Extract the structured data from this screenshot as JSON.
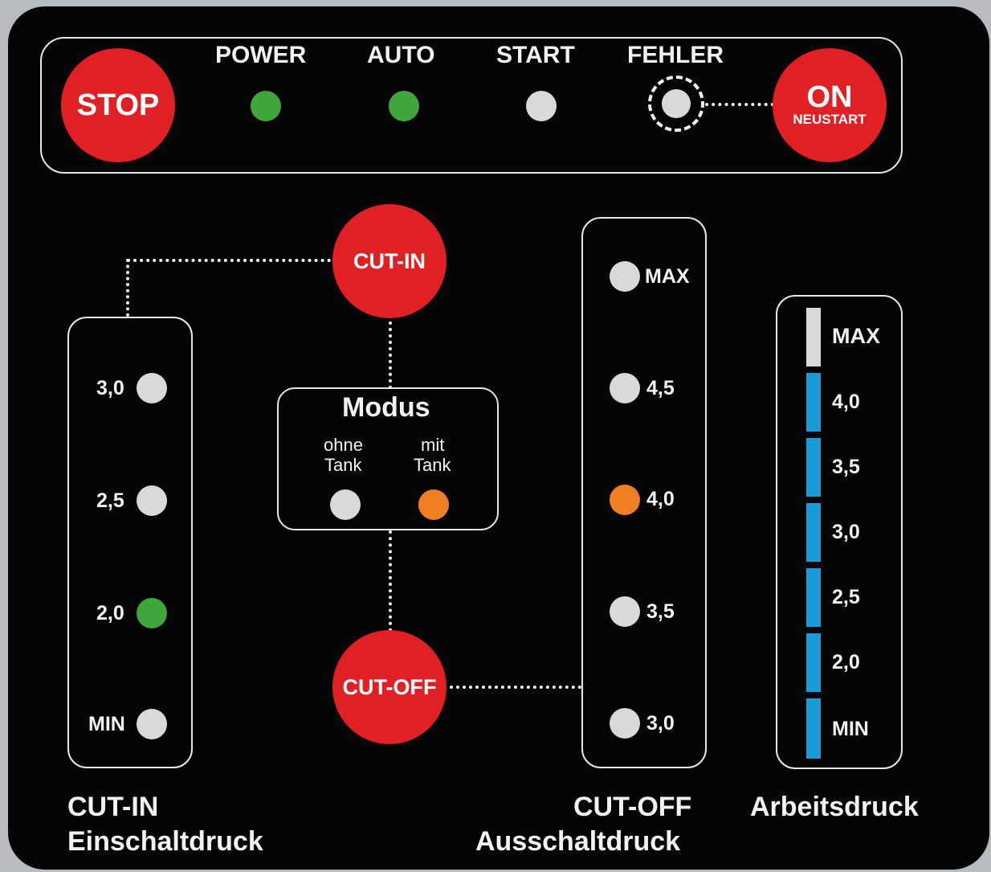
{
  "colors": {
    "green": "#3ea63a",
    "orange": "#ef7f22",
    "gray": "#d9d9d9",
    "blue": "#1a9bd7",
    "red": "#e02024"
  },
  "top": {
    "stop_label": "STOP",
    "on_label": "ON",
    "restart_label": "NEUSTART",
    "indicators": [
      {
        "label": "POWER",
        "state": "green"
      },
      {
        "label": "AUTO",
        "state": "green"
      },
      {
        "label": "START",
        "state": "gray"
      },
      {
        "label": "FEHLER",
        "state": "gray"
      }
    ]
  },
  "cut_in": {
    "button_label": "CUT-IN",
    "title": "CUT-IN",
    "subtitle": "Einschaltdruck",
    "levels": [
      {
        "label": "3,0",
        "state": "gray"
      },
      {
        "label": "2,5",
        "state": "gray"
      },
      {
        "label": "2,0",
        "state": "green"
      },
      {
        "label": "MIN",
        "state": "gray"
      }
    ]
  },
  "mode": {
    "title": "Modus",
    "options": [
      {
        "line1": "ohne",
        "line2": "Tank",
        "state": "gray"
      },
      {
        "line1": "mit",
        "line2": "Tank",
        "state": "orange"
      }
    ]
  },
  "cut_off": {
    "button_label": "CUT-OFF",
    "title": "CUT-OFF",
    "subtitle": "Ausschaltdruck",
    "levels": [
      {
        "label": "MAX",
        "state": "gray"
      },
      {
        "label": "4,5",
        "state": "gray"
      },
      {
        "label": "4,0",
        "state": "orange"
      },
      {
        "label": "3,5",
        "state": "gray"
      },
      {
        "label": "3,0",
        "state": "gray"
      }
    ]
  },
  "working_pressure": {
    "title": "Arbeitsdruck",
    "levels": [
      {
        "label": "MAX",
        "state": "gray"
      },
      {
        "label": "4,0",
        "state": "blue"
      },
      {
        "label": "3,5",
        "state": "blue"
      },
      {
        "label": "3,0",
        "state": "blue"
      },
      {
        "label": "2,5",
        "state": "blue"
      },
      {
        "label": "2,0",
        "state": "blue"
      },
      {
        "label": "MIN",
        "state": "blue"
      }
    ]
  }
}
